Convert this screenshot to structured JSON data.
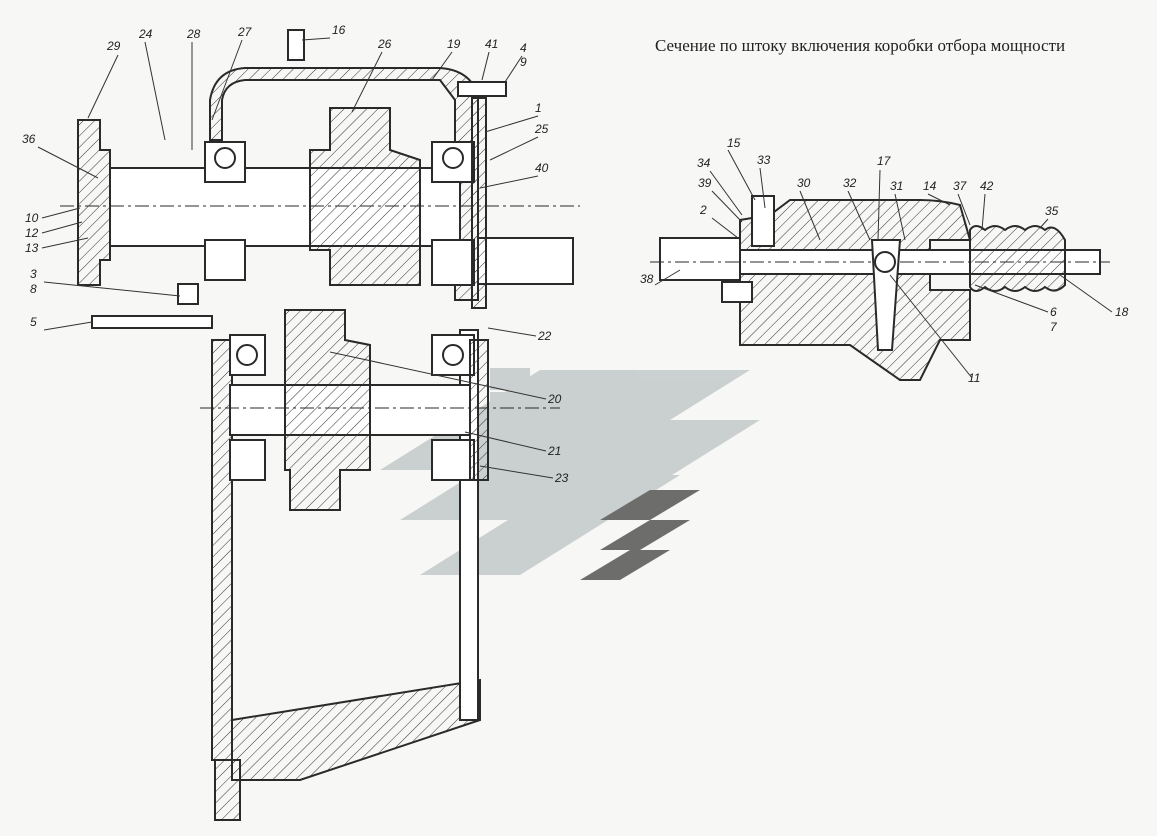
{
  "section_title": "Сечение по штоку включения коробки отбора мощности",
  "colors": {
    "watermark": "#bfc6c6",
    "line": "#2a2a2a",
    "background": "#f7f7f5"
  },
  "callouts_main": [
    "29",
    "24",
    "28",
    "27",
    "16",
    "26",
    "19",
    "41",
    "4",
    "9",
    "1",
    "25",
    "40",
    "36",
    "10",
    "12",
    "13",
    "3",
    "8",
    "5",
    "22",
    "20",
    "21",
    "23"
  ],
  "callouts_section": [
    "15",
    "33",
    "34",
    "39",
    "30",
    "32",
    "17",
    "31",
    "14",
    "37",
    "42",
    "35",
    "2",
    "38",
    "6",
    "7",
    "18",
    "11"
  ]
}
